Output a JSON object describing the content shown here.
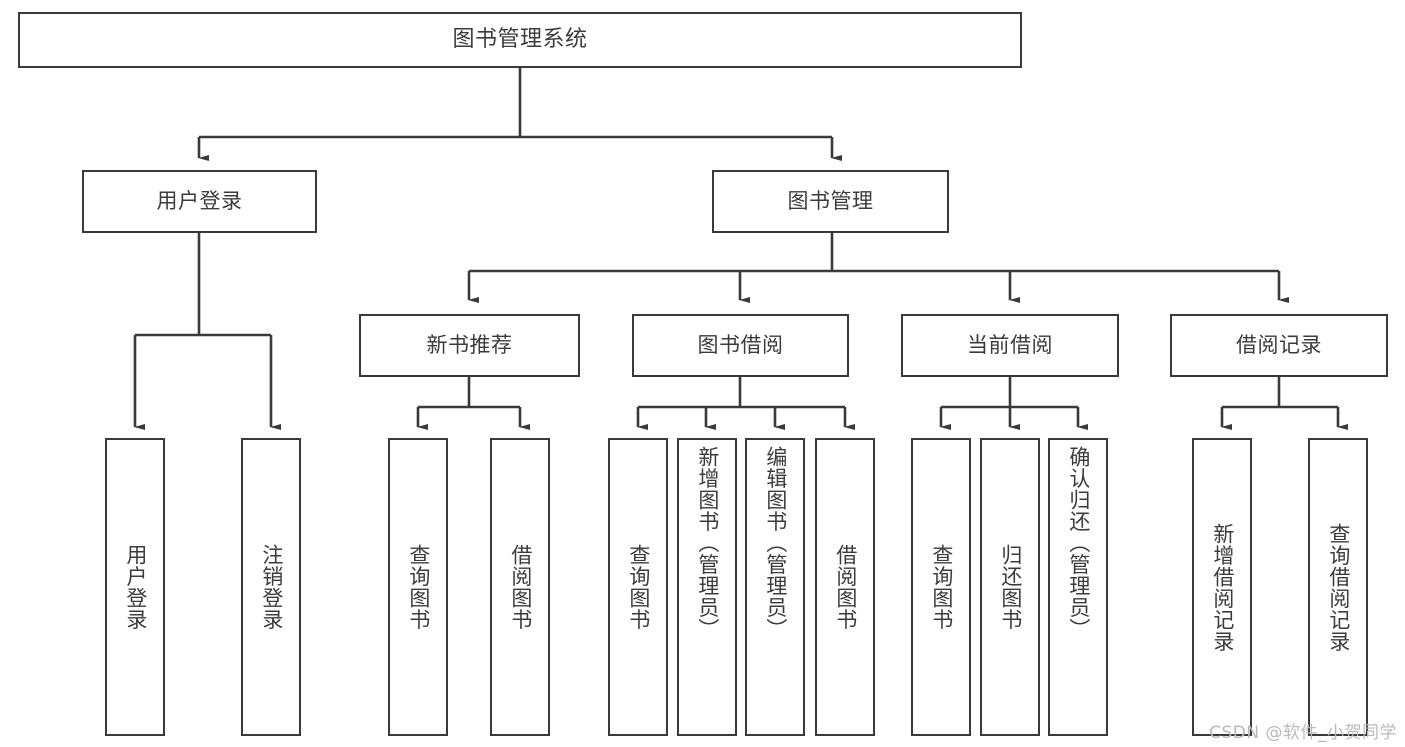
{
  "diagram": {
    "title": "图书管理系统",
    "type": "tree-hierarchy-chart",
    "watermark": "CSDN @软件_小贺同学",
    "colors": {
      "stroke": "#3a3a3a",
      "text": "#3c3c3c",
      "background": "#ffffff",
      "watermark": "#b9b9b9"
    },
    "levels": {
      "root": {
        "id": "root",
        "label": "图书管理系统"
      },
      "level2": [
        {
          "id": "user-login",
          "label": "用户登录"
        },
        {
          "id": "book-manage",
          "label": "图书管理"
        }
      ],
      "level3": [
        {
          "id": "new-book-recommend",
          "label": "新书推荐",
          "parent": "book-manage"
        },
        {
          "id": "book-borrow",
          "label": "图书借阅",
          "parent": "book-manage"
        },
        {
          "id": "current-borrow",
          "label": "当前借阅",
          "parent": "book-manage"
        },
        {
          "id": "borrow-record",
          "label": "借阅记录",
          "parent": "book-manage"
        }
      ],
      "leaves": [
        {
          "id": "leaf-user-login",
          "label": "用户登录",
          "parent": "user-login"
        },
        {
          "id": "leaf-logout",
          "label": "注销登录",
          "parent": "user-login"
        },
        {
          "id": "leaf-query-book-1",
          "label": "查询图书",
          "parent": "new-book-recommend"
        },
        {
          "id": "leaf-borrow-book-1",
          "label": "借阅图书",
          "parent": "new-book-recommend"
        },
        {
          "id": "leaf-query-book-2",
          "label": "查询图书",
          "parent": "book-borrow"
        },
        {
          "id": "leaf-add-book",
          "label": "新增图书（管理员）",
          "parent": "book-borrow"
        },
        {
          "id": "leaf-edit-book",
          "label": "编辑图书（管理员）",
          "parent": "book-borrow"
        },
        {
          "id": "leaf-borrow-book-2",
          "label": "借阅图书",
          "parent": "book-borrow"
        },
        {
          "id": "leaf-query-book-3",
          "label": "查询图书",
          "parent": "current-borrow"
        },
        {
          "id": "leaf-return-book",
          "label": "归还图书",
          "parent": "current-borrow"
        },
        {
          "id": "leaf-confirm-return",
          "label": "确认归还（管理员）",
          "parent": "current-borrow"
        },
        {
          "id": "leaf-add-record",
          "label": "新增借阅记录",
          "parent": "borrow-record"
        },
        {
          "id": "leaf-query-record",
          "label": "查询借阅记录",
          "parent": "borrow-record"
        }
      ]
    }
  }
}
